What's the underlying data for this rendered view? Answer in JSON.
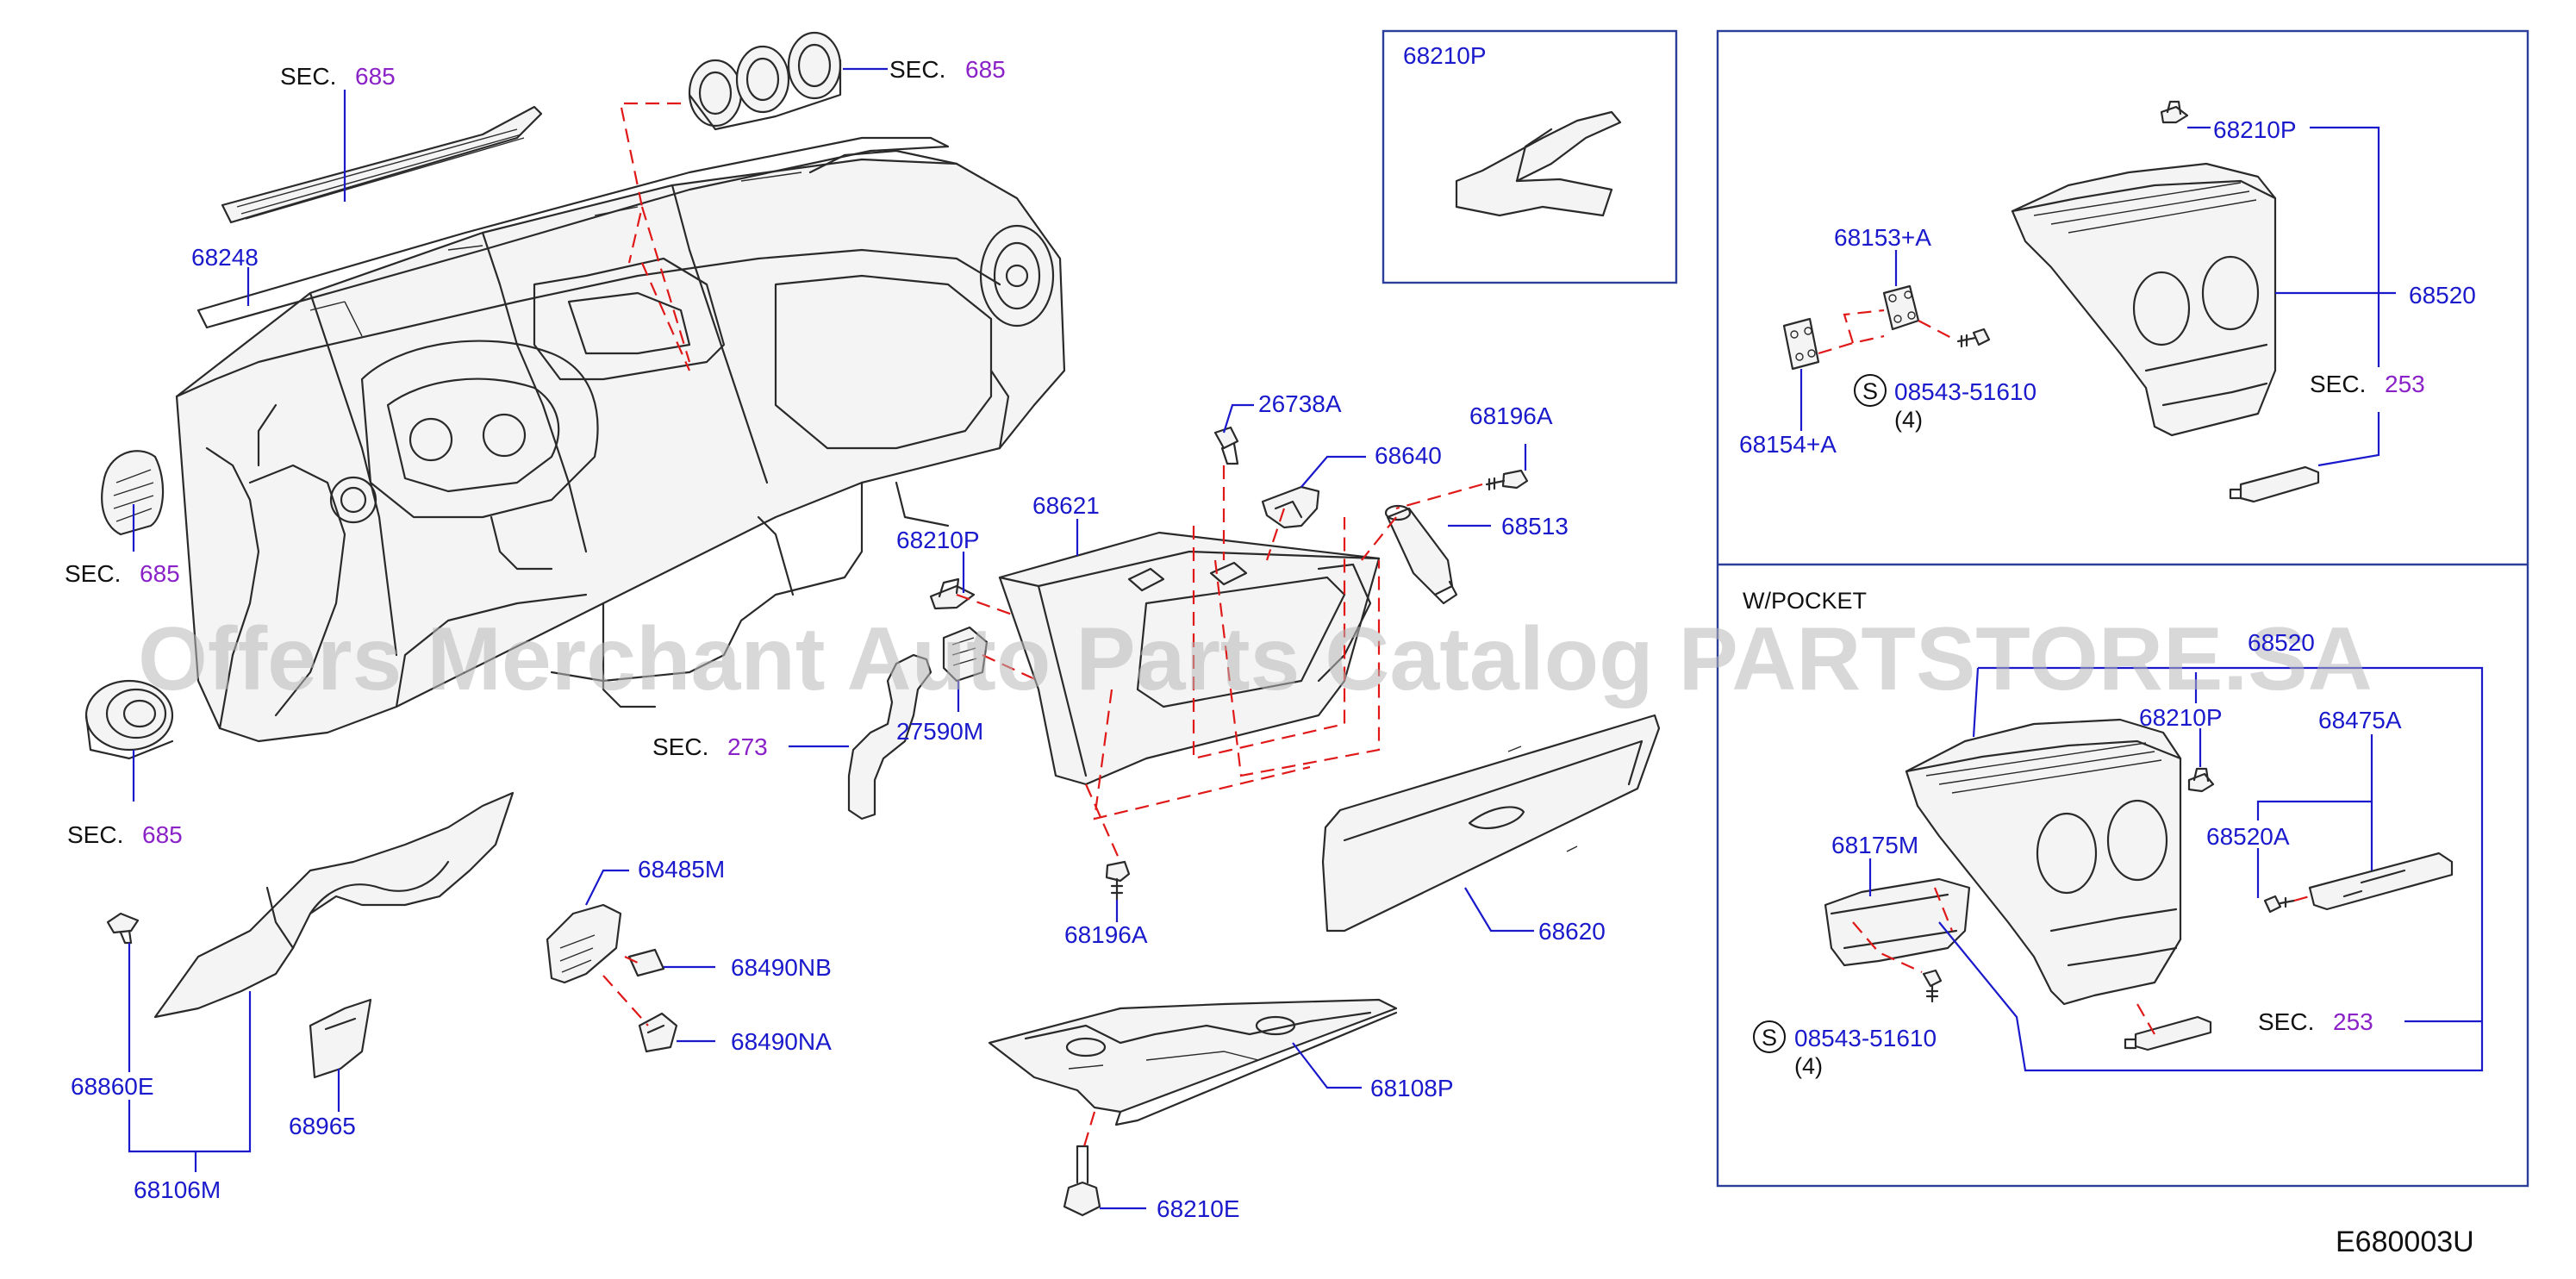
{
  "labels": {
    "sec_685_top": {
      "prefix": "SEC.",
      "num": "685"
    },
    "sec_685_vent": {
      "prefix": "SEC.",
      "num": "685"
    },
    "sec_685_left_mid": {
      "prefix": "SEC.",
      "num": "685"
    },
    "sec_685_left_low": {
      "prefix": "SEC.",
      "num": "685"
    },
    "sec_273": {
      "prefix": "SEC.",
      "num": "273"
    },
    "sec_253_top": {
      "prefix": "SEC.",
      "num": "253"
    },
    "sec_253_bottom": {
      "prefix": "SEC.",
      "num": "253"
    },
    "p68248": "68248",
    "p68210P_box": "68210P",
    "p68210P_center": "68210P",
    "p68210P_rt": "68210P",
    "p68210P_rb": "68210P",
    "p26738A": "26738A",
    "p68196A_top": "68196A",
    "p68196A_bottom": "68196A",
    "p68640": "68640",
    "p68621": "68621",
    "p68513": "68513",
    "p27590M": "27590M",
    "p68485M": "68485M",
    "p68490NB": "68490NB",
    "p68490NA": "68490NA",
    "p68860E": "68860E",
    "p68965": "68965",
    "p68106M": "68106M",
    "p68620": "68620",
    "p68108P": "68108P",
    "p68210E": "68210E",
    "p68153A": "68153+A",
    "p68154A": "68154+A",
    "p68520_top": "68520",
    "p68520_bottom": "68520",
    "p68475A": "68475A",
    "p68520A": "68520A",
    "p68175M": "68175M",
    "screw_top": {
      "symbol": "S",
      "number": "08543-51610",
      "qty": "(4)"
    },
    "screw_bottom": {
      "symbol": "S",
      "number": "08543-51610",
      "qty": "(4)"
    },
    "w_pocket": "W/POCKET"
  },
  "watermark": "Offers Merchant Auto Parts Catalog PARTSTORE.SA",
  "drawing_code": "E680003U",
  "colors": {
    "part_number": "#1a1acc",
    "section_number": "#8a22c8",
    "section_prefix": "#111111",
    "callout_line": "#1a1acc",
    "dashed_guide": "#e01818",
    "frame": "#2b3f9a",
    "watermark": "#b8b8b8"
  }
}
